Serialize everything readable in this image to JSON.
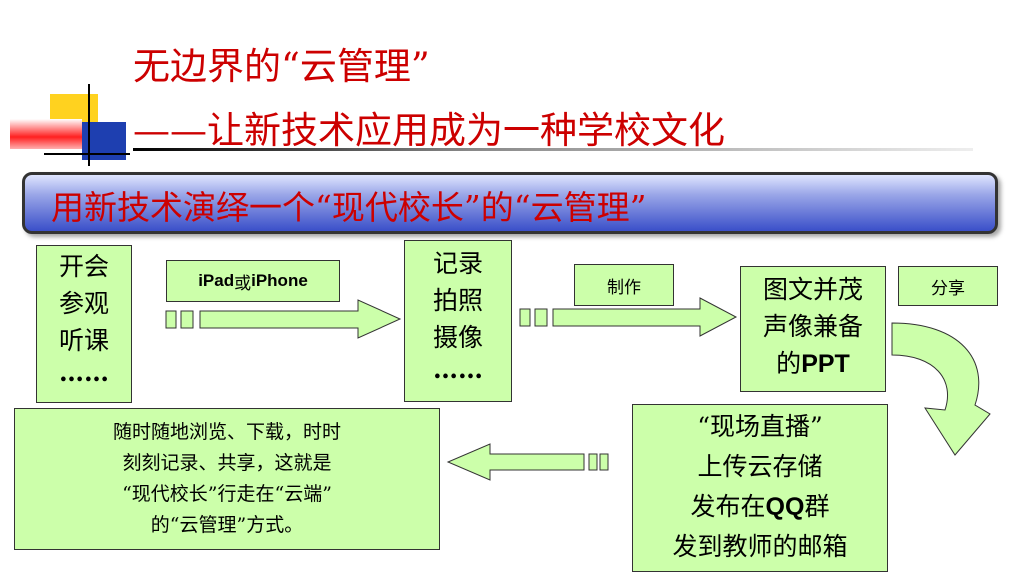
{
  "slide": {
    "title_line1": "无边界的“云管理”",
    "title_line2": "——让新技术应用成为一种学校文化",
    "banner": "用新技术演绎一个“现代校长”的“云管理”"
  },
  "flow": {
    "box1": [
      "开会",
      "参观",
      "听课",
      "……"
    ],
    "label_device_a": "iPad",
    "label_device_or": "或",
    "label_device_b": "iPhone",
    "box2": [
      "记录",
      "拍照",
      "摄像",
      "……"
    ],
    "label_make": "制作",
    "box3": {
      "line1": "图文并茂",
      "line2": "声像兼备",
      "line3_prefix": "的",
      "line3_bold": "PPT"
    },
    "label_share": "分享",
    "box4": {
      "line1": "“现场直播”",
      "line2": "上传云存储",
      "line3_prefix": "发布在",
      "line3_bold": "QQ",
      "line3_suffix": "群",
      "line4": "发到教师的邮箱"
    },
    "box5": [
      "随时随地浏览、下载，时时",
      "刻刻记录、共享，这就是",
      "“现代校长”行走在“云端”",
      "的“云管理”方式。"
    ]
  },
  "colors": {
    "title": "#cc0000",
    "box_fill": "#ccffaa",
    "banner_dark": "#3a4fc9"
  }
}
